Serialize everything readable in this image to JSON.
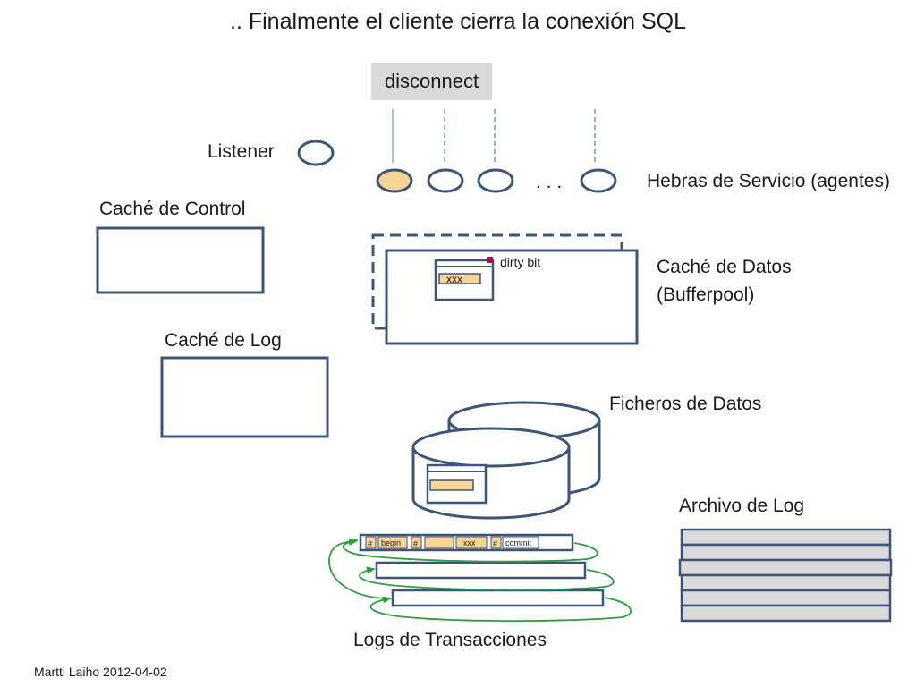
{
  "title": ".. Finalmente el cliente cierra la conexión SQL",
  "disconnect_label": "disconnect",
  "listener_label": "Listener",
  "service_threads": {
    "ellipsis": ". . .",
    "label": "Hebras de Servicio (agentes)"
  },
  "control_cache_label": "Caché de Control",
  "data_cache": {
    "line1": "Caché de Datos",
    "line2": "(Bufferpool)",
    "dirty_bit_label": "dirty bit",
    "page_value": "xxx"
  },
  "log_cache_label": "Caché de Log",
  "data_files_label": "Ficheros de Datos",
  "log_archive_label": "Archivo de Log",
  "transaction_logs": {
    "label": "Logs de Transacciones",
    "hash": "#",
    "begin": "begin",
    "xxx": "xxx",
    "commit": "commit"
  },
  "author_date": "Martti Laiho 2012-04-02",
  "colors": {
    "stroke_blue": "#3b5679",
    "agent_fill": "#f8d596",
    "dashed_line": "#6f9bd1",
    "solid_line": "#8aaed6",
    "green_arrow": "#2e9e3e",
    "archive_fill": "#d9d9d9",
    "dirty_bit": "#a8104a"
  }
}
